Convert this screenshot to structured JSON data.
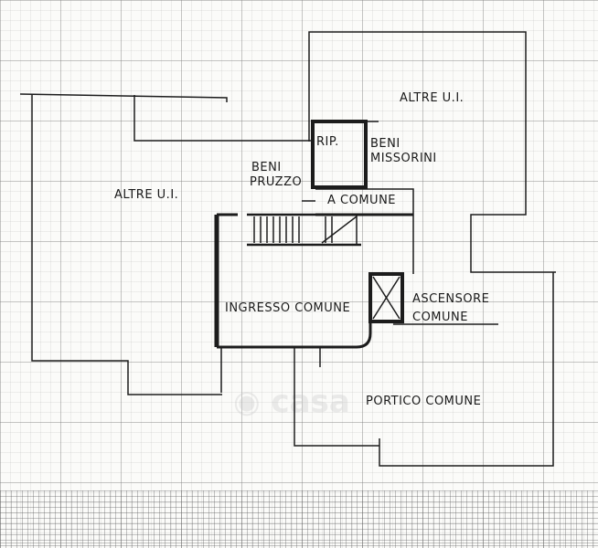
{
  "labels": {
    "altre_ui_left": "ALTRE U.I.",
    "altre_ui_right": "ALTRE U.I.",
    "rip": "RIP.",
    "beni_missorini": [
      "BENI",
      "MISSORINI"
    ],
    "beni_pruzzo": [
      "BENI",
      "PRUZZO"
    ],
    "a_comune": "A COMUNE",
    "ingresso_comune": "INGRESSO COMUNE",
    "ascensore_comune": [
      "ASCENSORE",
      "COMUNE"
    ],
    "portico_comune": "PORTICO COMUNE"
  },
  "watermark": "casa"
}
